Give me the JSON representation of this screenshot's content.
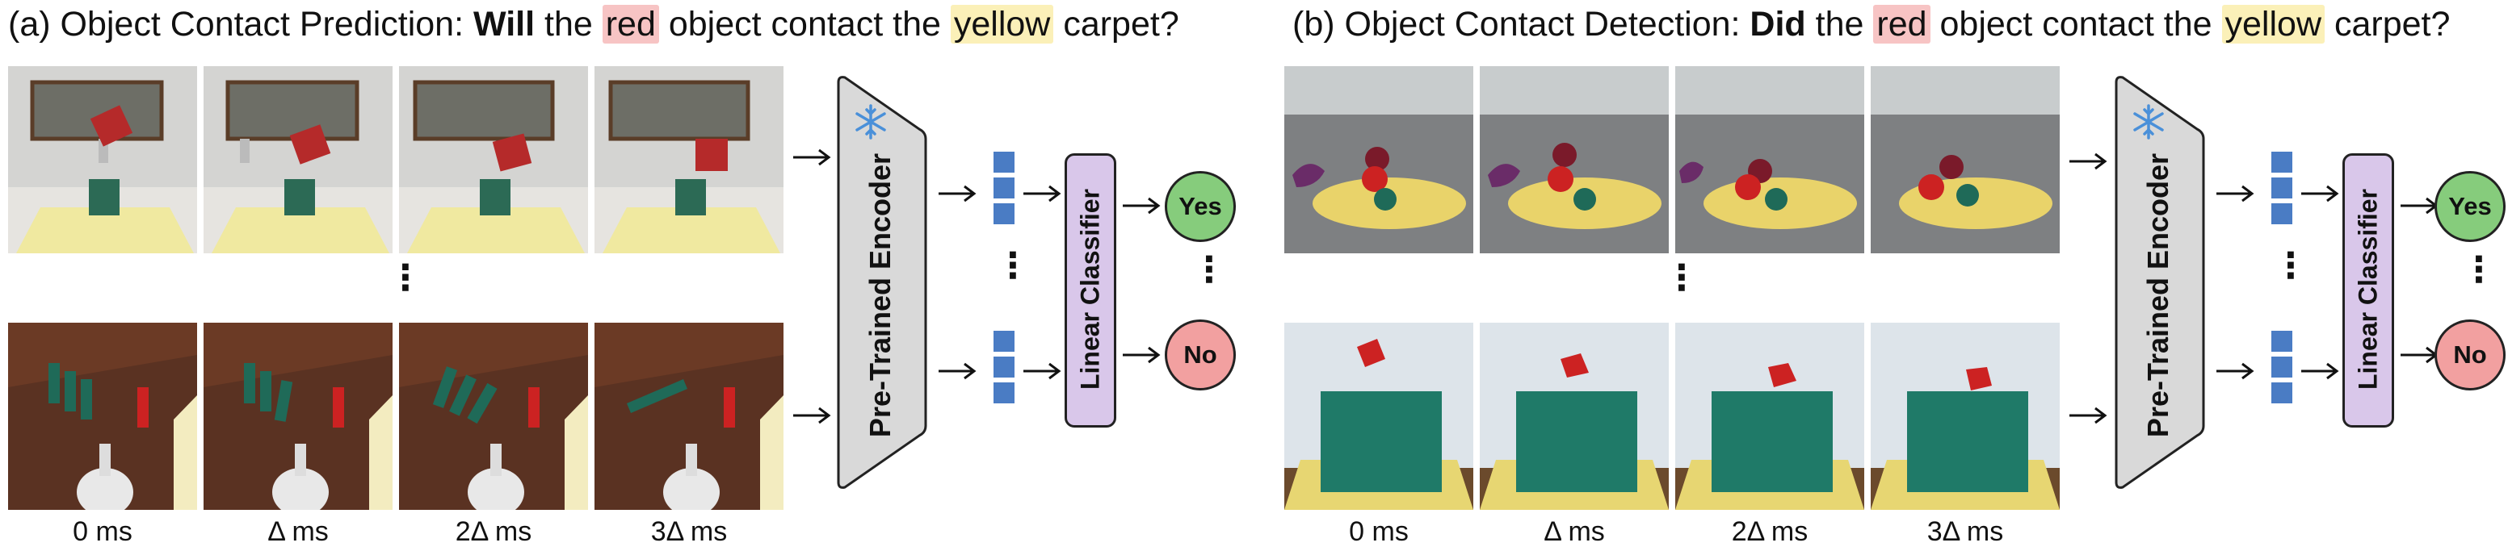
{
  "panel_a": {
    "title_prefix": "(a) Object Contact Prediction:",
    "title_bold": "Will",
    "title_the": "the",
    "title_red": "red",
    "title_mid": "object contact the",
    "title_yellow": "yellow",
    "title_end": "carpet?",
    "encoder_label": "Pre-Trained Encoder",
    "classifier_label": "Linear Classifier",
    "yes_label": "Yes",
    "no_label": "No",
    "time_labels": [
      "0 ms",
      "Δ ms",
      "2Δ ms",
      "3Δ ms"
    ]
  },
  "panel_b": {
    "title_prefix": "(b) Object Contact Detection:",
    "title_bold": "Did",
    "title_the": "the",
    "title_red": "red",
    "title_mid": "object contact the",
    "title_yellow": "yellow",
    "title_end": "carpet?",
    "encoder_label": "Pre-Trained Encoder",
    "classifier_label": "Linear Classifier",
    "yes_label": "Yes",
    "no_label": "No",
    "time_labels": [
      "0 ms",
      "Δ ms",
      "2Δ ms",
      "3Δ ms"
    ]
  },
  "icons": {
    "frozen": "snowflake-icon"
  },
  "colors": {
    "encoder_fill": "#d9d9d9",
    "classifier_fill": "#d9c7ea",
    "feature_blue": "#4a7cc4",
    "yes_green": "#86cc7c",
    "no_red": "#f2a0a0",
    "snowflake_blue": "#4a90d9"
  }
}
